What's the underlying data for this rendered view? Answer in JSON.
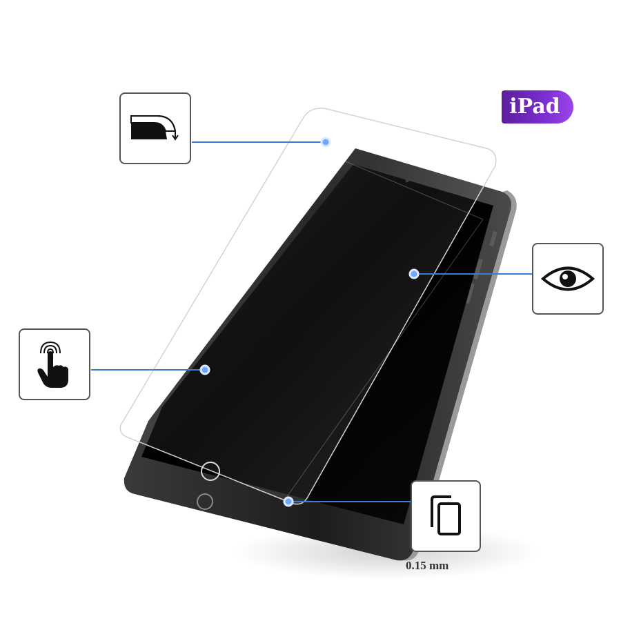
{
  "badge": {
    "label": "iPad",
    "color_start": "#5b1f9c",
    "color_end": "#9b45ea"
  },
  "features": [
    {
      "id": "curved-edge",
      "icon": "curved-edge-icon"
    },
    {
      "id": "clarity",
      "icon": "eye-icon"
    },
    {
      "id": "touch",
      "icon": "touch-hand-icon"
    },
    {
      "id": "thickness",
      "icon": "layers-icon",
      "label": "0.15 mm"
    }
  ],
  "colors": {
    "leader_line": "#3a7bd5",
    "box_border": "#555555",
    "screen": "#050505",
    "frame": "#2b2b2b"
  }
}
